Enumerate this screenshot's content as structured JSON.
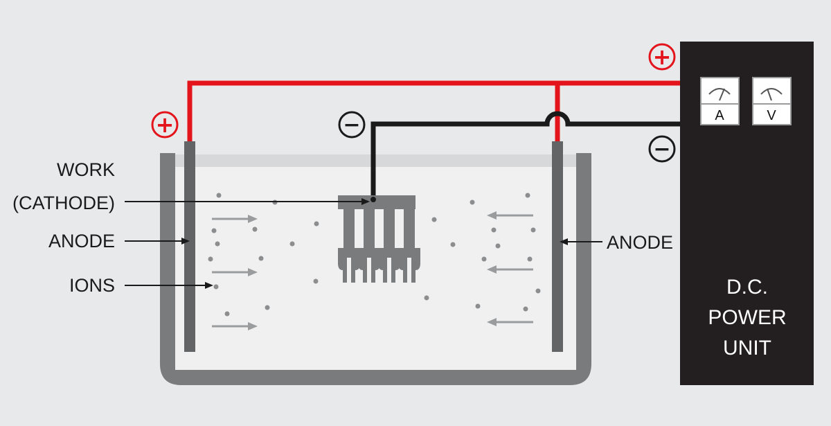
{
  "labels": {
    "work_line1": "WORK",
    "work_line2": "(CATHODE)",
    "anode_left": "ANODE",
    "ions": "IONS",
    "anode_right": "ANODE"
  },
  "power_unit": {
    "line1": "D.C.",
    "line2": "POWER",
    "line3": "UNIT",
    "meter_amps": "A",
    "meter_volts": "V"
  },
  "polarity": {
    "plus": "+",
    "minus": "−"
  },
  "colors": {
    "positive_wire": "#e3141b",
    "negative_wire": "#1a1a1a",
    "power_unit": "#231f20",
    "tank": "#7a7b7d",
    "solution": "#f0f0f1",
    "anode": "#636466",
    "arrow": "#9a9b9d",
    "background": "#e8e9ea"
  }
}
